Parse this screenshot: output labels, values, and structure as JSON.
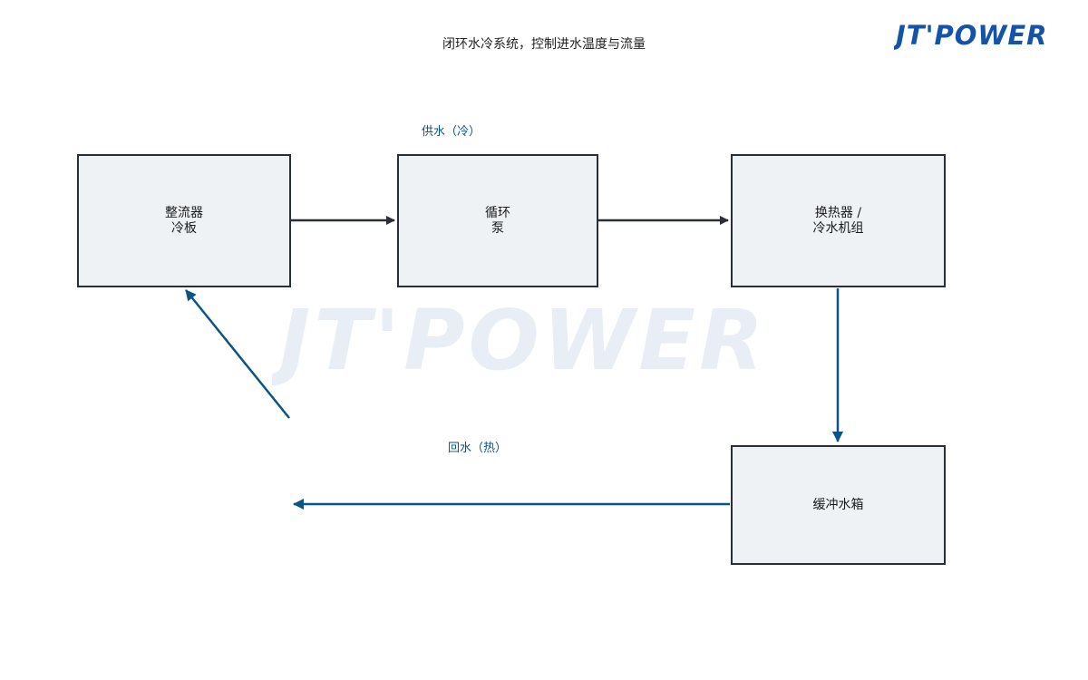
{
  "header": {
    "title": "闭环水冷系统，控制进水温度与流量",
    "logo_text": "JT'POWER",
    "logo_color": "#1553a8"
  },
  "watermark": {
    "text": "JT'POWER",
    "color": "#e9eef6"
  },
  "nodes": {
    "cold_plate": {
      "line1": "整流器",
      "line2": "冷板"
    },
    "pump": {
      "line1": "循环",
      "line2": "泵"
    },
    "chiller": {
      "line1": "换热器 /",
      "line2": "冷水机组"
    },
    "buffer_tank": {
      "line1": "缓冲水箱"
    }
  },
  "flow_labels": {
    "supply": "供水（冷）",
    "return": "回水（热）"
  },
  "colors": {
    "box_fill": "#eef2f5",
    "box_border": "#2a2f35",
    "arrow_dark": "#2a2f35",
    "arrow_blue": "#0b5484"
  }
}
